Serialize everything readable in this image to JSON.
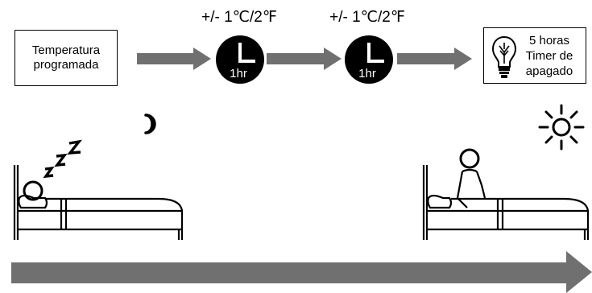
{
  "start_box": {
    "line1": "Temperatura",
    "line2": "programada"
  },
  "steps": [
    {
      "label": "+/- 1℃/2℉",
      "clock_text": "1hr"
    },
    {
      "label": "+/- 1℃/2℉",
      "clock_text": "1hr"
    }
  ],
  "end_box": {
    "line1": "5 horas",
    "line2": "Timer de",
    "line3": "apagado"
  },
  "icons": {
    "moon": "crescent-moon",
    "sun": "sun",
    "sleep": "zzz",
    "bulb": "light-bulb",
    "clock": "clock"
  },
  "colors": {
    "arrow": "#707070",
    "clock": "#000000",
    "line": "#000000"
  }
}
